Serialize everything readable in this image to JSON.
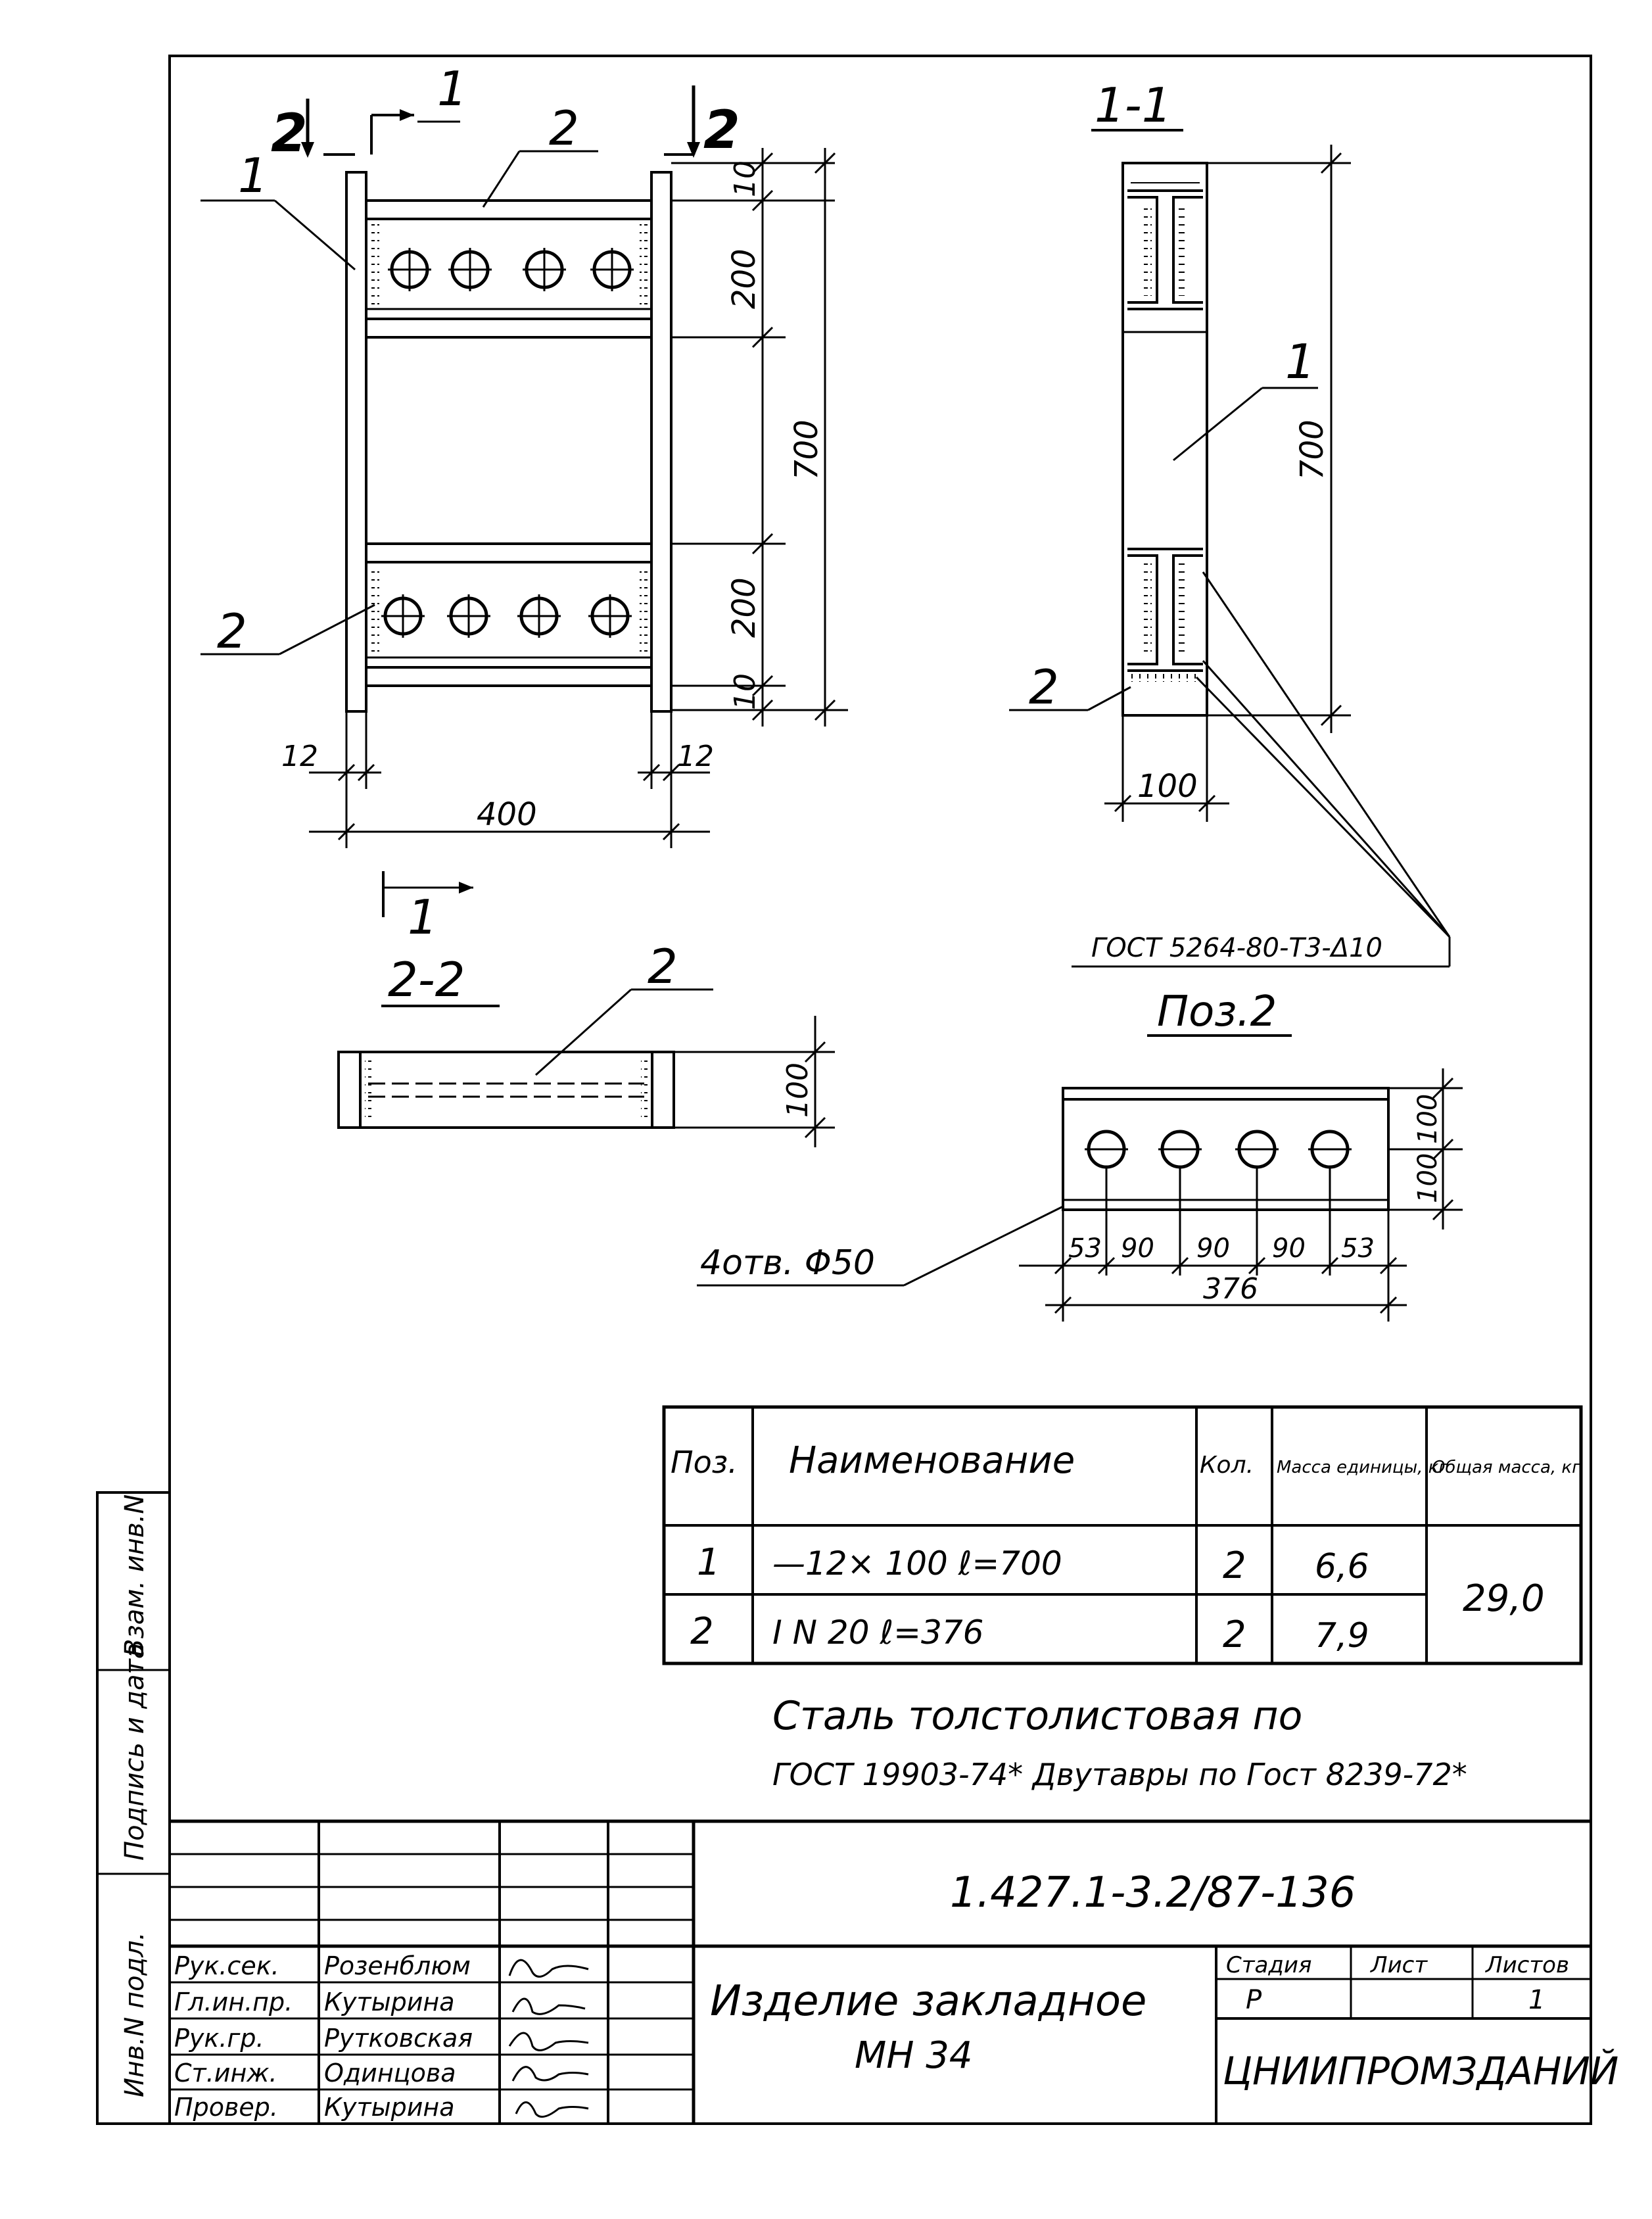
{
  "view_1_label": "1",
  "section_2_marker": "2",
  "item_callout_1": "1",
  "item_callout_2": "2",
  "dims_main": {
    "top_edge": "10",
    "top_plate": "200",
    "total_height": "700",
    "bottom_plate": "200",
    "bottom_edge": "10",
    "left_wall": "12",
    "right_wall": "12",
    "total_width": "400"
  },
  "section_1_1": {
    "title": "1-1",
    "callout_1": "1",
    "callout_2": "2",
    "dim_height": "700",
    "dim_width": "100",
    "weld_note": "ГОСТ 5264-80-Т3-Δ10"
  },
  "section_2_2": {
    "title": "2-2",
    "callout": "2",
    "dim_height": "100"
  },
  "pos_2_view": {
    "title": "Поз.2",
    "holes_note": "4отв. Φ50",
    "dim_right_upper": "100",
    "dim_right_lower": "100",
    "spacings": [
      "53",
      "90",
      "90",
      "90",
      "53"
    ],
    "total_width": "376"
  },
  "spec_table": {
    "headers": [
      "Поз.",
      "Наименование",
      "Кол.",
      "Масса единицы, кг",
      "Общая масса, кг"
    ],
    "rows": [
      {
        "pos": "1",
        "name": "—12× 100  ℓ=700",
        "qty": "2",
        "unit_mass": "6,6"
      },
      {
        "pos": "2",
        "name": "I N 20  ℓ=376",
        "qty": "2",
        "unit_mass": "7,9"
      }
    ],
    "total_mass": "29,0"
  },
  "notes": {
    "line1": "Сталь толстолистовая по",
    "line2": "ГОСТ 19903-74* Двутавры по Гост 8239-72*"
  },
  "side_strip": {
    "inv_orig": "Инв.N подл.",
    "sign_date": "Подпись и дата",
    "replace_inv": "Взам. инв.N"
  },
  "title_block": {
    "doc_code": "1.427.1-3.2/87-136",
    "roles": [
      "Рук.сек.",
      "Гл.ин.пр.",
      "Рук.гр.",
      "Ст.инж.",
      "Провер."
    ],
    "names": [
      "Розенблюм",
      "Кутырина",
      "Рутковская",
      "Одинцова",
      "Кутырина"
    ],
    "title_line1": "Изделие закладное",
    "title_line2": "МН 34",
    "stage_label": "Стадия",
    "sheet_label": "Лист",
    "sheets_label": "Листов",
    "stage": "Р",
    "sheet": "",
    "sheets": "1",
    "organization": "ЦНИИПРОМЗДАНИЙ"
  }
}
